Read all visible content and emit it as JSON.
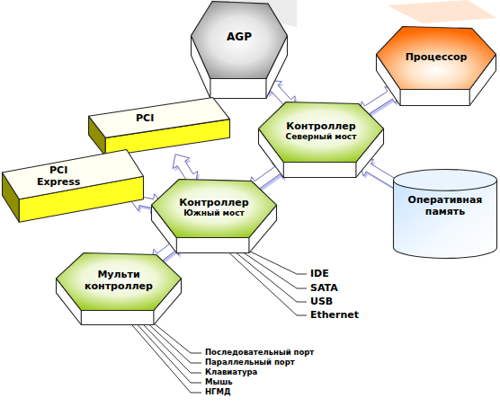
{
  "diagram": {
    "nodes": [
      {
        "text": [
          "AGP"
        ]
      },
      {
        "text": [
          "Процессор"
        ]
      },
      {
        "text": [
          "PCI"
        ]
      },
      {
        "text": [
          "Контроллер",
          "Северный мост"
        ]
      },
      {
        "text": [
          "PCI Express"
        ]
      },
      {
        "text": [
          "Контроллер",
          "Южный мост"
        ]
      },
      {
        "text": [
          "Оперативная память"
        ]
      },
      {
        "text": [
          "Мульти контроллер"
        ]
      }
    ],
    "edges": [
      {
        "from": 0,
        "to": 3,
        "arrow": "both"
      },
      {
        "from": 1,
        "to": 3,
        "arrow": "both"
      },
      {
        "from": 3,
        "to": 6,
        "arrow": "both"
      },
      {
        "from": 3,
        "to": 5,
        "arrow": "both"
      },
      {
        "from": 5,
        "to": 2,
        "arrow": "both"
      },
      {
        "from": 5,
        "to": 4,
        "arrow": "both"
      },
      {
        "from": 5,
        "to": 7,
        "arrow": "both"
      }
    ],
    "labels": [
      "IDE",
      "SATA",
      "USB",
      "Ethernet",
      "Последовательный порт",
      "Параллельный порт",
      "Клавиатура",
      "Мышь",
      "НГМД"
    ]
  }
}
